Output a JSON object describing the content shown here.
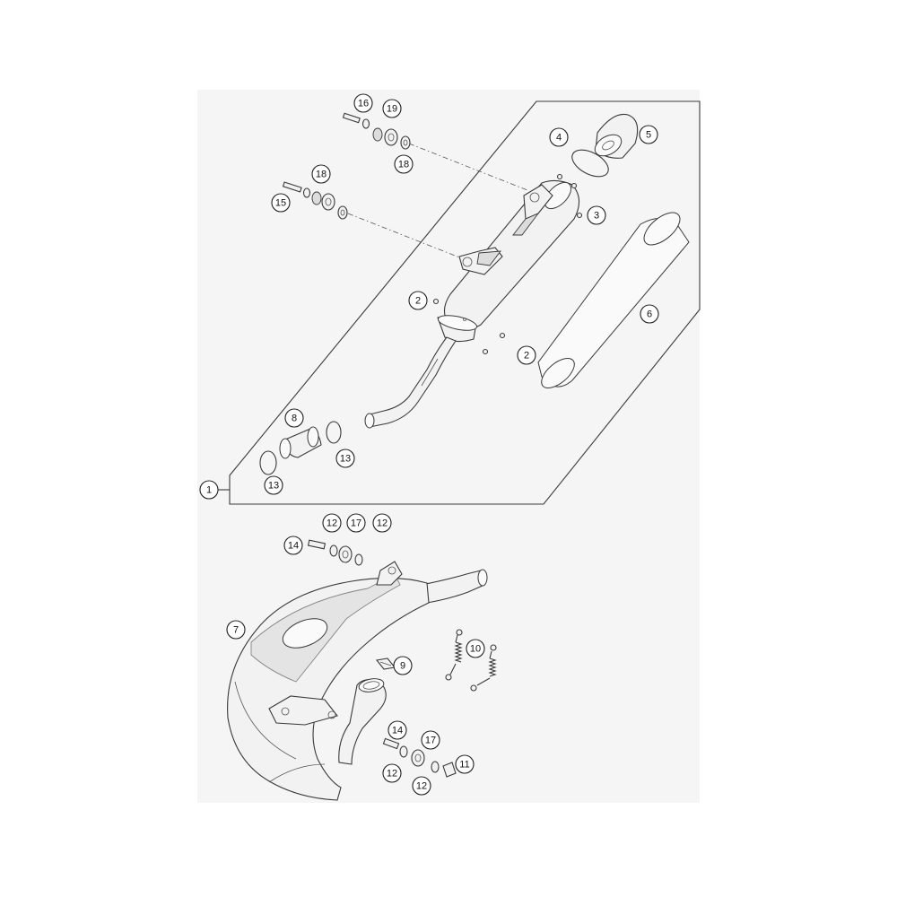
{
  "callouts": [
    {
      "id": "c16",
      "label": "16"
    },
    {
      "id": "c19",
      "label": "19"
    },
    {
      "id": "c18a",
      "label": "18"
    },
    {
      "id": "c18b",
      "label": "18"
    },
    {
      "id": "c15",
      "label": "15"
    },
    {
      "id": "c4",
      "label": "4"
    },
    {
      "id": "c5",
      "label": "5"
    },
    {
      "id": "c3",
      "label": "3"
    },
    {
      "id": "c6",
      "label": "6"
    },
    {
      "id": "c2a",
      "label": "2"
    },
    {
      "id": "c2b",
      "label": "2"
    },
    {
      "id": "c8",
      "label": "8"
    },
    {
      "id": "c13a",
      "label": "13"
    },
    {
      "id": "c13b",
      "label": "13"
    },
    {
      "id": "c1",
      "label": "1"
    },
    {
      "id": "c12a",
      "label": "12"
    },
    {
      "id": "c17a",
      "label": "17"
    },
    {
      "id": "c12b",
      "label": "12"
    },
    {
      "id": "c14a",
      "label": "14"
    },
    {
      "id": "c7",
      "label": "7"
    },
    {
      "id": "c10",
      "label": "10"
    },
    {
      "id": "c9",
      "label": "9"
    },
    {
      "id": "c14b",
      "label": "14"
    },
    {
      "id": "c17b",
      "label": "17"
    },
    {
      "id": "c11",
      "label": "11"
    },
    {
      "id": "c12c",
      "label": "12"
    },
    {
      "id": "c12d",
      "label": "12"
    }
  ]
}
